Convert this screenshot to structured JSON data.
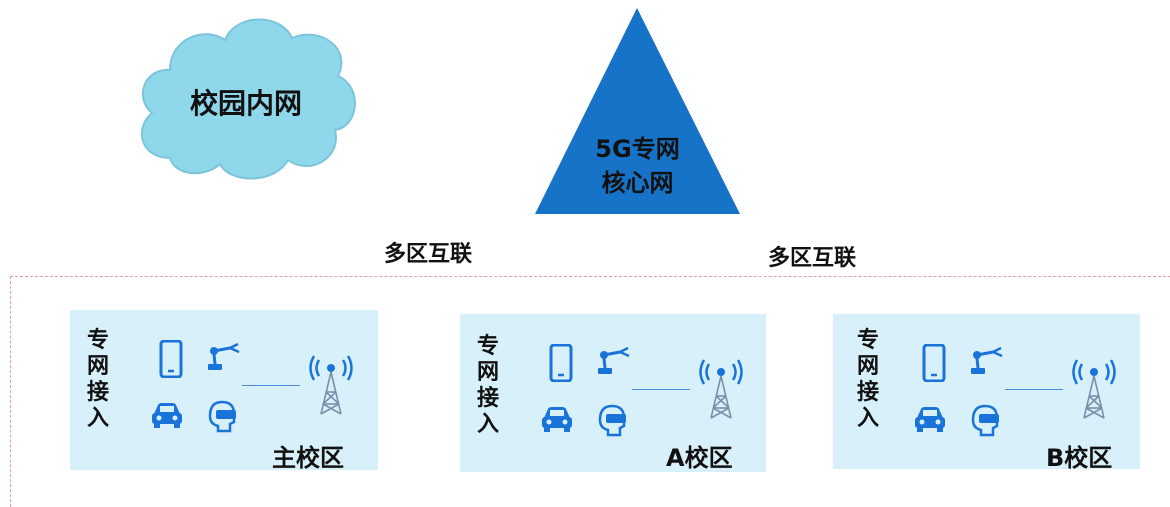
{
  "cloud": {
    "label": "校园内网",
    "color": "#8fd7ea"
  },
  "core": {
    "label_line1": "5G专网",
    "label_line2": "核心网",
    "color": "#1673c7"
  },
  "interconnect": [
    "多区互联",
    "多区互联"
  ],
  "campuses": [
    {
      "access_label": [
        "专",
        "网",
        "接",
        "入"
      ],
      "name": "主校区"
    },
    {
      "access_label": [
        "专",
        "网",
        "接",
        "入"
      ],
      "name": "A校区"
    },
    {
      "access_label": [
        "专",
        "网",
        "接",
        "入"
      ],
      "name": "B校区"
    }
  ],
  "colors": {
    "accent": "#1a73d9",
    "panel": "#d8f0fa",
    "dashed": "#e89aa0"
  },
  "icons": [
    "smartphone-icon",
    "robot-arm-icon",
    "car-icon",
    "vr-headset-icon",
    "cell-tower-icon"
  ]
}
